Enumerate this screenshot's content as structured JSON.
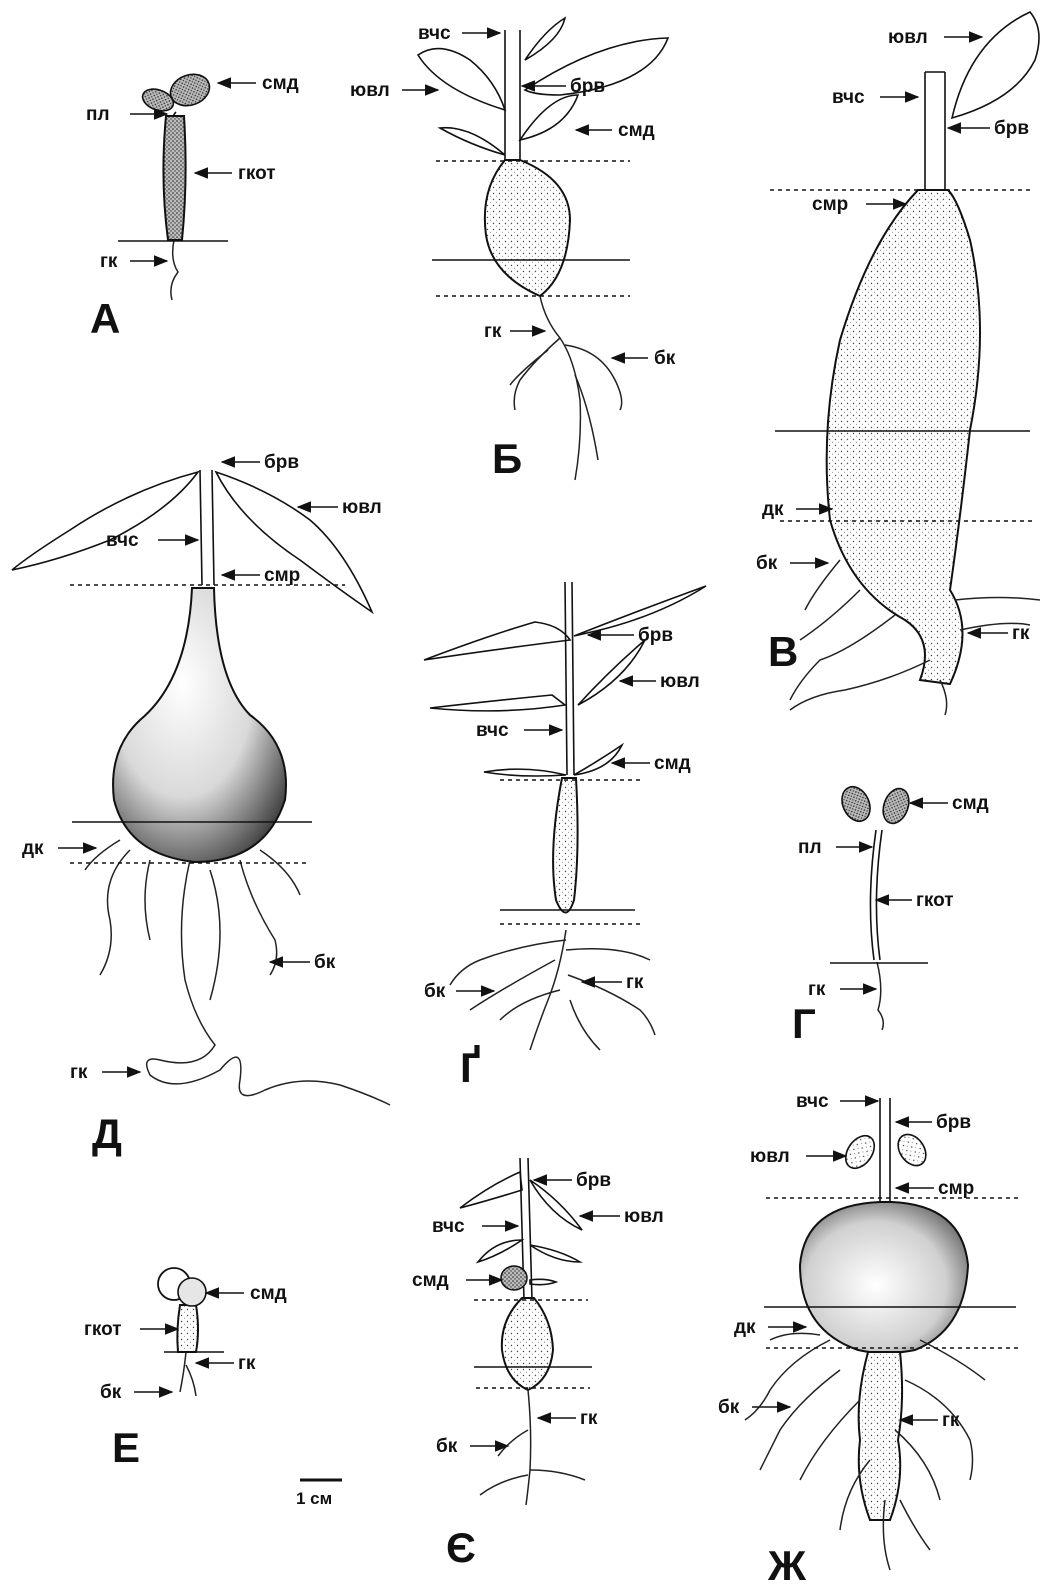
{
  "labels": {
    "smd": "смд",
    "pl": "пл",
    "gkot": "гкот",
    "gk": "гк",
    "vchs": "вчс",
    "yuvl": "ювл",
    "brv": "брв",
    "bk": "бк",
    "smr": "смр",
    "dk": "дк"
  },
  "panels": {
    "A": "А",
    "B": "Б",
    "V": "В",
    "D": "Д",
    "G_grave": "Ґ",
    "G": "Г",
    "E": "Е",
    "Ye": "Є",
    "Zh": "Ж"
  },
  "scale_bar": "1 см"
}
